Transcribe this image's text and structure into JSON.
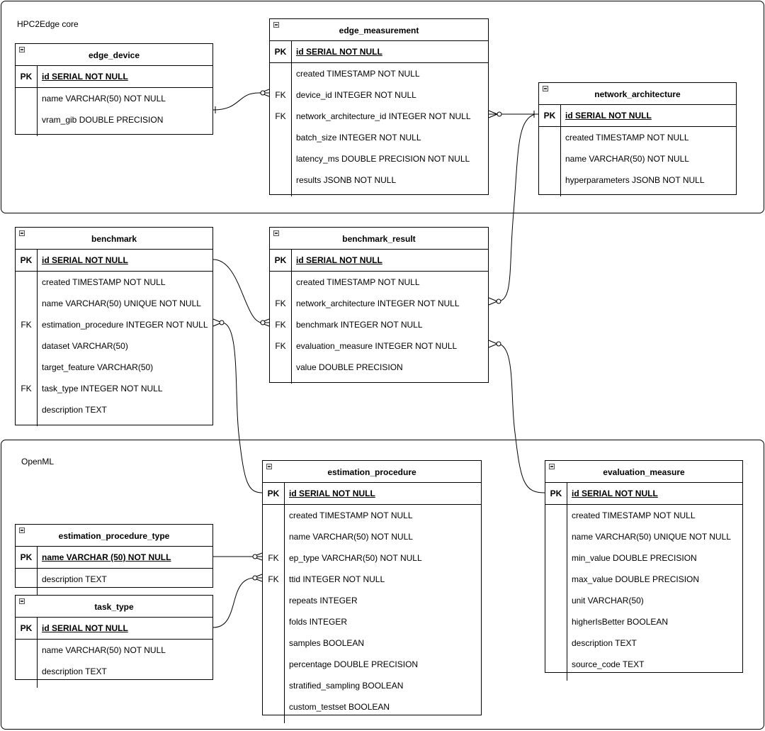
{
  "groups": {
    "hpc_core": "HPC2Edge core",
    "openml": "OpenML"
  },
  "tables": {
    "edge_device": {
      "title": "edge_device",
      "pk": {
        "key": "PK",
        "field": "id SERIAL NOT NULL"
      },
      "fields": [
        {
          "key": "",
          "name": "name VARCHAR(50) NOT NULL"
        },
        {
          "key": "",
          "name": "vram_gib DOUBLE PRECISION"
        }
      ]
    },
    "edge_measurement": {
      "title": "edge_measurement",
      "pk": {
        "key": "PK",
        "field": "id SERIAL NOT NULL"
      },
      "fields": [
        {
          "key": "",
          "name": "created TIMESTAMP NOT NULL"
        },
        {
          "key": "FK",
          "name": "device_id INTEGER NOT NULL"
        },
        {
          "key": "FK",
          "name": "network_architecture_id INTEGER NOT NULL"
        },
        {
          "key": "",
          "name": "batch_size INTEGER NOT NULL"
        },
        {
          "key": "",
          "name": "latency_ms DOUBLE PRECISION NOT NULL"
        },
        {
          "key": "",
          "name": "results JSONB NOT NULL"
        }
      ]
    },
    "network_architecture": {
      "title": "network_architecture",
      "pk": {
        "key": "PK",
        "field": "id SERIAL NOT NULL"
      },
      "fields": [
        {
          "key": "",
          "name": "created TIMESTAMP NOT NULL"
        },
        {
          "key": "",
          "name": "name VARCHAR(50) NOT NULL"
        },
        {
          "key": "",
          "name": "hyperparameters JSONB NOT NULL"
        }
      ]
    },
    "benchmark": {
      "title": "benchmark",
      "pk": {
        "key": "PK",
        "field": "id SERIAL NOT NULL"
      },
      "fields": [
        {
          "key": "",
          "name": "created TIMESTAMP NOT NULL"
        },
        {
          "key": "",
          "name": "name VARCHAR(50) UNIQUE NOT NULL"
        },
        {
          "key": "FK",
          "name": "estimation_procedure INTEGER NOT NULL"
        },
        {
          "key": "",
          "name": "dataset VARCHAR(50)"
        },
        {
          "key": "",
          "name": "target_feature VARCHAR(50)"
        },
        {
          "key": "FK",
          "name": "task_type INTEGER NOT NULL"
        },
        {
          "key": "",
          "name": "description TEXT"
        }
      ]
    },
    "benchmark_result": {
      "title": "benchmark_result",
      "pk": {
        "key": "PK",
        "field": "id SERIAL NOT NULL"
      },
      "fields": [
        {
          "key": "",
          "name": "created TIMESTAMP NOT NULL"
        },
        {
          "key": "FK",
          "name": "network_architecture INTEGER NOT NULL"
        },
        {
          "key": "FK",
          "name": "benchmark INTEGER NOT NULL"
        },
        {
          "key": "FK",
          "name": "evaluation_measure INTEGER NOT NULL"
        },
        {
          "key": "",
          "name": "value DOUBLE PRECISION"
        }
      ]
    },
    "estimation_procedure": {
      "title": "estimation_procedure",
      "pk": {
        "key": "PK",
        "field": "id SERIAL NOT NULL"
      },
      "fields": [
        {
          "key": "",
          "name": "created TIMESTAMP NOT NULL"
        },
        {
          "key": "",
          "name": "name VARCHAR(50) NOT NULL"
        },
        {
          "key": "FK",
          "name": "ep_type VARCHAR(50) NOT NULL"
        },
        {
          "key": "FK",
          "name": "ttid INTEGER NOT NULL"
        },
        {
          "key": "",
          "name": "repeats INTEGER"
        },
        {
          "key": "",
          "name": "folds INTEGER"
        },
        {
          "key": "",
          "name": "samples BOOLEAN"
        },
        {
          "key": "",
          "name": "percentage DOUBLE PRECISION"
        },
        {
          "key": "",
          "name": "stratified_sampling BOOLEAN"
        },
        {
          "key": "",
          "name": "custom_testset BOOLEAN"
        }
      ]
    },
    "evaluation_measure": {
      "title": "evaluation_measure",
      "pk": {
        "key": "PK",
        "field": "id SERIAL NOT NULL"
      },
      "fields": [
        {
          "key": "",
          "name": "created TIMESTAMP NOT NULL"
        },
        {
          "key": "",
          "name": "name VARCHAR(50) UNIQUE NOT NULL"
        },
        {
          "key": "",
          "name": "min_value DOUBLE PRECISION"
        },
        {
          "key": "",
          "name": "max_value DOUBLE PRECISION"
        },
        {
          "key": "",
          "name": "unit VARCHAR(50)"
        },
        {
          "key": "",
          "name": "higherIsBetter BOOLEAN"
        },
        {
          "key": "",
          "name": "description TEXT"
        },
        {
          "key": "",
          "name": "source_code TEXT"
        }
      ]
    },
    "estimation_procedure_type": {
      "title": "estimation_procedure_type",
      "pk": {
        "key": "PK",
        "field": "name VARCHAR (50) NOT NULL"
      },
      "fields": [
        {
          "key": "",
          "name": "description TEXT"
        }
      ]
    },
    "task_type": {
      "title": "task_type",
      "pk": {
        "key": "PK",
        "field": "id SERIAL NOT NULL"
      },
      "fields": [
        {
          "key": "",
          "name": "name VARCHAR(50) NOT NULL"
        },
        {
          "key": "",
          "name": "description TEXT"
        }
      ]
    }
  }
}
